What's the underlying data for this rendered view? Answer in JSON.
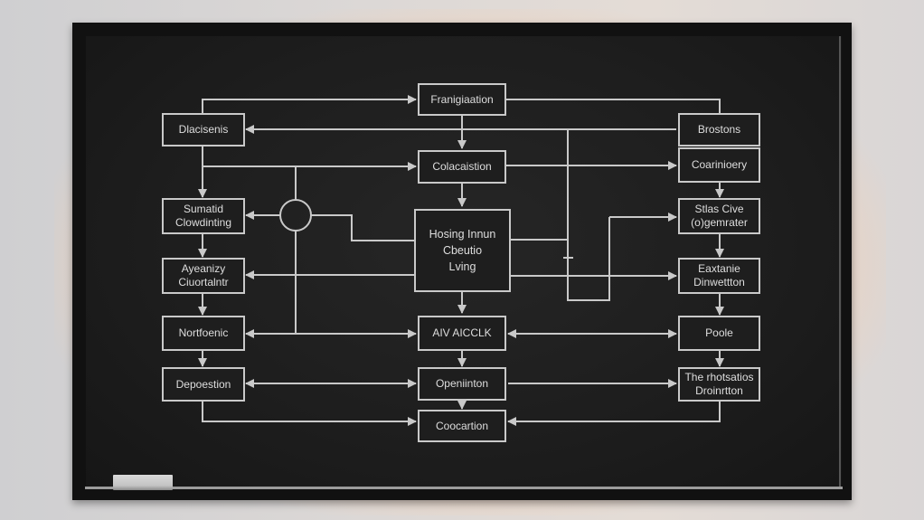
{
  "scene": {
    "description": "Chalkboard flowchart mounted on a backlit wall",
    "colors": {
      "chalk": "#c9c9c9",
      "board": "#1e1e1e",
      "frame": "#111111",
      "wall": "#d8d6d6",
      "backlight": "#f5c9a3"
    }
  },
  "nodes": {
    "left": [
      {
        "id": "dlacisenis",
        "label": "Dlacisenis"
      },
      {
        "id": "sumatid",
        "label": "Sumatid\nClowdinting"
      },
      {
        "id": "ayeanizy",
        "label": "Ayeanizy\nCiuortalntr"
      },
      {
        "id": "nortfoenic",
        "label": "Nortfoenic"
      },
      {
        "id": "depoestion",
        "label": "Depoestion"
      }
    ],
    "center": [
      {
        "id": "franigiaation",
        "label": "Franigiaation"
      },
      {
        "id": "colacaistion",
        "label": "Colacaistion"
      },
      {
        "id": "hosing",
        "label": "Hosing Innun\nCbeutio\nLving"
      },
      {
        "id": "aiv",
        "label": "AIV AICCLK"
      },
      {
        "id": "openiinton",
        "label": "Openiinton"
      },
      {
        "id": "coocartion",
        "label": "Coocartion"
      }
    ],
    "right": [
      {
        "id": "brostons",
        "label": "Brostons"
      },
      {
        "id": "coarinioery",
        "label": "Coarinioery"
      },
      {
        "id": "stlas",
        "label": "Stlas Cive\n(o)gemrater"
      },
      {
        "id": "eaxtanie",
        "label": "Eaxtanie\nDinwettton"
      },
      {
        "id": "poole",
        "label": "Poole"
      },
      {
        "id": "rhotsatios",
        "label": "The rhotsatios\nDroinrtton"
      }
    ]
  },
  "junction": {
    "icon": "circle-junction-icon"
  },
  "edges": [
    {
      "from": "dlacisenis",
      "to": "franigiaation"
    },
    {
      "from": "franigiaation",
      "to": "brostons"
    },
    {
      "from": "brostons",
      "to": "dlacisenis"
    },
    {
      "from": "franigiaation",
      "to": "colacaistion"
    },
    {
      "from": "dlacisenis",
      "to": "colacaistion"
    },
    {
      "from": "colacaistion",
      "to": "coarinioery"
    },
    {
      "from": "dlacisenis",
      "to": "sumatid"
    },
    {
      "from": "sumatid",
      "to": "ayeanizy"
    },
    {
      "from": "ayeanizy",
      "to": "nortfoenic"
    },
    {
      "from": "nortfoenic",
      "to": "depoestion"
    },
    {
      "from": "junction",
      "to": "sumatid"
    },
    {
      "from": "junction",
      "to": "hosing"
    },
    {
      "from": "colacaistion",
      "to": "hosing"
    },
    {
      "from": "hosing",
      "to": "ayeanizy"
    },
    {
      "from": "hosing",
      "to": "aiv"
    },
    {
      "from": "hosing",
      "to": "eaxtanie"
    },
    {
      "from": "hosing",
      "to": "stlas"
    },
    {
      "from": "coarinioery",
      "to": "stlas"
    },
    {
      "from": "stlas",
      "to": "eaxtanie"
    },
    {
      "from": "eaxtanie",
      "to": "poole"
    },
    {
      "from": "poole",
      "to": "rhotsatios"
    },
    {
      "from": "nortfoenic",
      "to": "aiv",
      "bidirectional": true
    },
    {
      "from": "aiv",
      "to": "poole",
      "bidirectional": true
    },
    {
      "from": "aiv",
      "to": "openiinton"
    },
    {
      "from": "openiinton",
      "to": "coocartion"
    },
    {
      "from": "depoestion",
      "to": "openiinton"
    },
    {
      "from": "openiinton",
      "to": "rhotsatios"
    },
    {
      "from": "depoestion",
      "to": "coocartion"
    },
    {
      "from": "rhotsatios",
      "to": "coocartion"
    }
  ]
}
